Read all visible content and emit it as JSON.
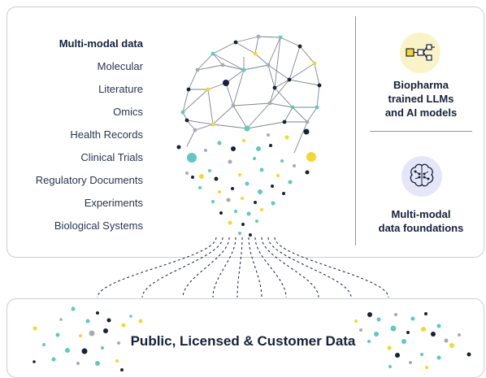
{
  "data_sources": {
    "heading": "Multi-modal data",
    "items": [
      "Molecular",
      "Literature",
      "Omics",
      "Health Records",
      "Clinical Trials",
      "Regulatory Documents",
      "Experiments",
      "Biological Systems"
    ]
  },
  "features": {
    "llm": {
      "label_lines": [
        "Biopharma",
        "trained LLMs",
        "and AI models"
      ],
      "icon": "workflow-nodes-icon"
    },
    "foundations": {
      "label_lines": [
        "Multi-modal",
        "data foundations"
      ],
      "icon": "brain-circuit-icon"
    }
  },
  "bottom_panel": {
    "title": "Public, Licensed & Customer Data"
  },
  "colors": {
    "navy": "#16213a",
    "teal": "#5ec9bd",
    "yellow": "#f4d82f",
    "gray": "#a5abb3",
    "yellow_circle": "#fbf3c8",
    "lavender_circle": "#e5e6f8",
    "border": "#c9ced6"
  }
}
